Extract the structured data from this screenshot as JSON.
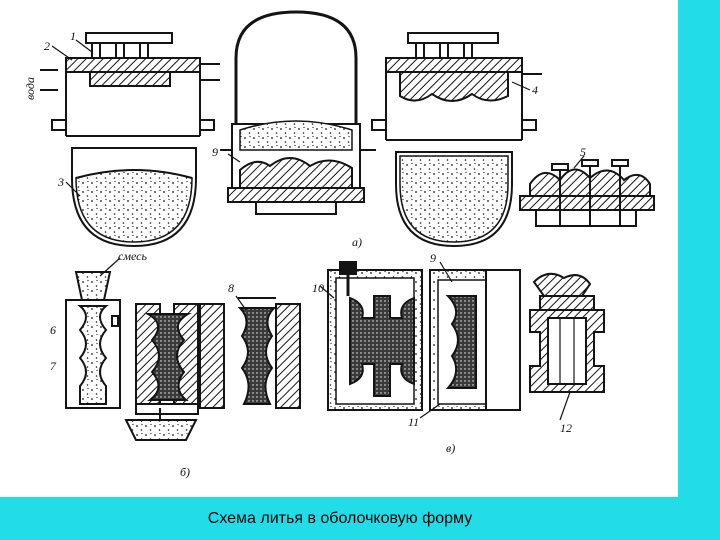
{
  "colors": {
    "side_bar": "#22dde8",
    "caption_bar": "#22dde8",
    "ink": "#141414",
    "paper": "#ffffff"
  },
  "caption": "Схема литья в оболочковую форму",
  "labels": {
    "n1": "1",
    "n2": "2",
    "n3": "3",
    "n4": "4",
    "n5": "5",
    "n6": "6",
    "n7": "7",
    "n8": "8",
    "n9": "9",
    "n10": "10",
    "n11": "11",
    "n12": "12",
    "voda": "вода",
    "smes": "смесь",
    "part_a": "а)",
    "part_b": "б)",
    "part_v": "в)"
  }
}
